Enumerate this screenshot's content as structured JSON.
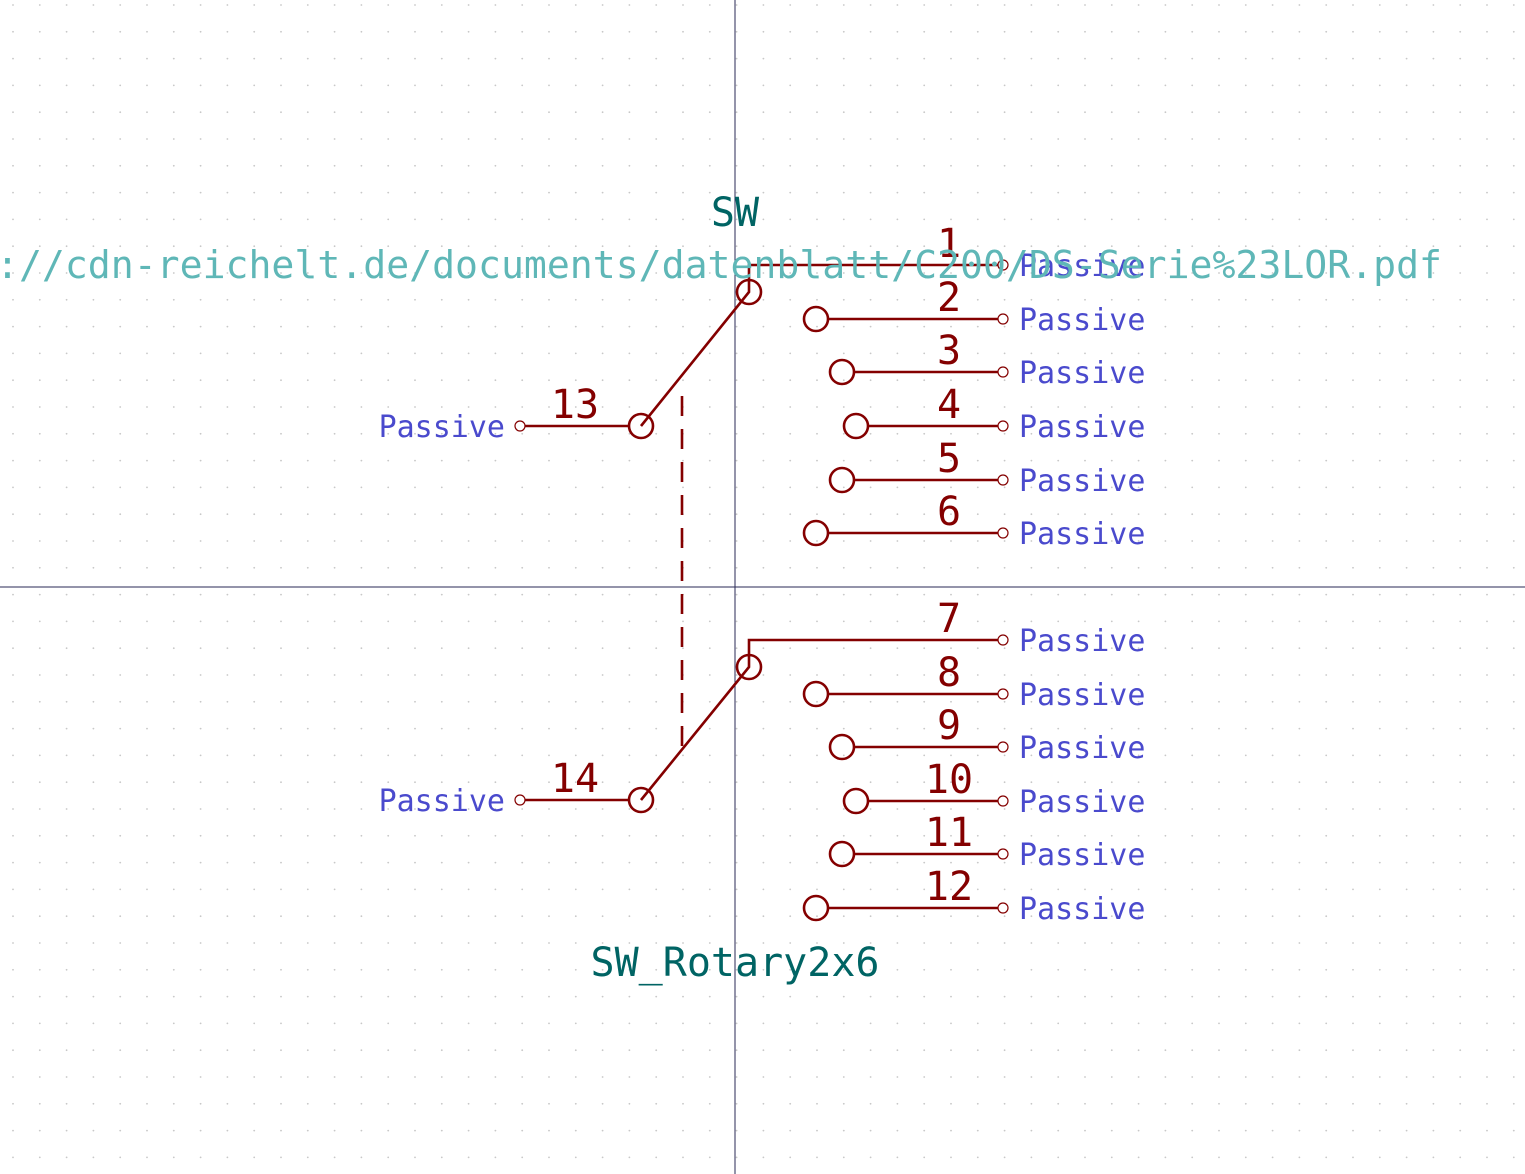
{
  "symbol": {
    "reference": "SW",
    "value": "SW_Rotary2x6",
    "datasheet": "://cdn-reichelt.de/documents/datenblatt/C200/DS-Serie%23LOR.pdf"
  },
  "pins": [
    {
      "number": "1",
      "type": "Passive",
      "side": "right"
    },
    {
      "number": "2",
      "type": "Passive",
      "side": "right"
    },
    {
      "number": "3",
      "type": "Passive",
      "side": "right"
    },
    {
      "number": "4",
      "type": "Passive",
      "side": "right"
    },
    {
      "number": "5",
      "type": "Passive",
      "side": "right"
    },
    {
      "number": "6",
      "type": "Passive",
      "side": "right"
    },
    {
      "number": "7",
      "type": "Passive",
      "side": "right"
    },
    {
      "number": "8",
      "type": "Passive",
      "side": "right"
    },
    {
      "number": "9",
      "type": "Passive",
      "side": "right"
    },
    {
      "number": "10",
      "type": "Passive",
      "side": "right"
    },
    {
      "number": "11",
      "type": "Passive",
      "side": "right"
    },
    {
      "number": "12",
      "type": "Passive",
      "side": "right"
    },
    {
      "number": "13",
      "type": "Passive",
      "side": "left"
    },
    {
      "number": "14",
      "type": "Passive",
      "side": "left"
    }
  ],
  "colors": {
    "pin": "#840000",
    "pin_type": "#4a4acd",
    "field": "#006464",
    "datasheet": "#5fb7b7",
    "grid": "#c8c8c8",
    "axis": "#2a2a55",
    "background": "#ffffff"
  }
}
